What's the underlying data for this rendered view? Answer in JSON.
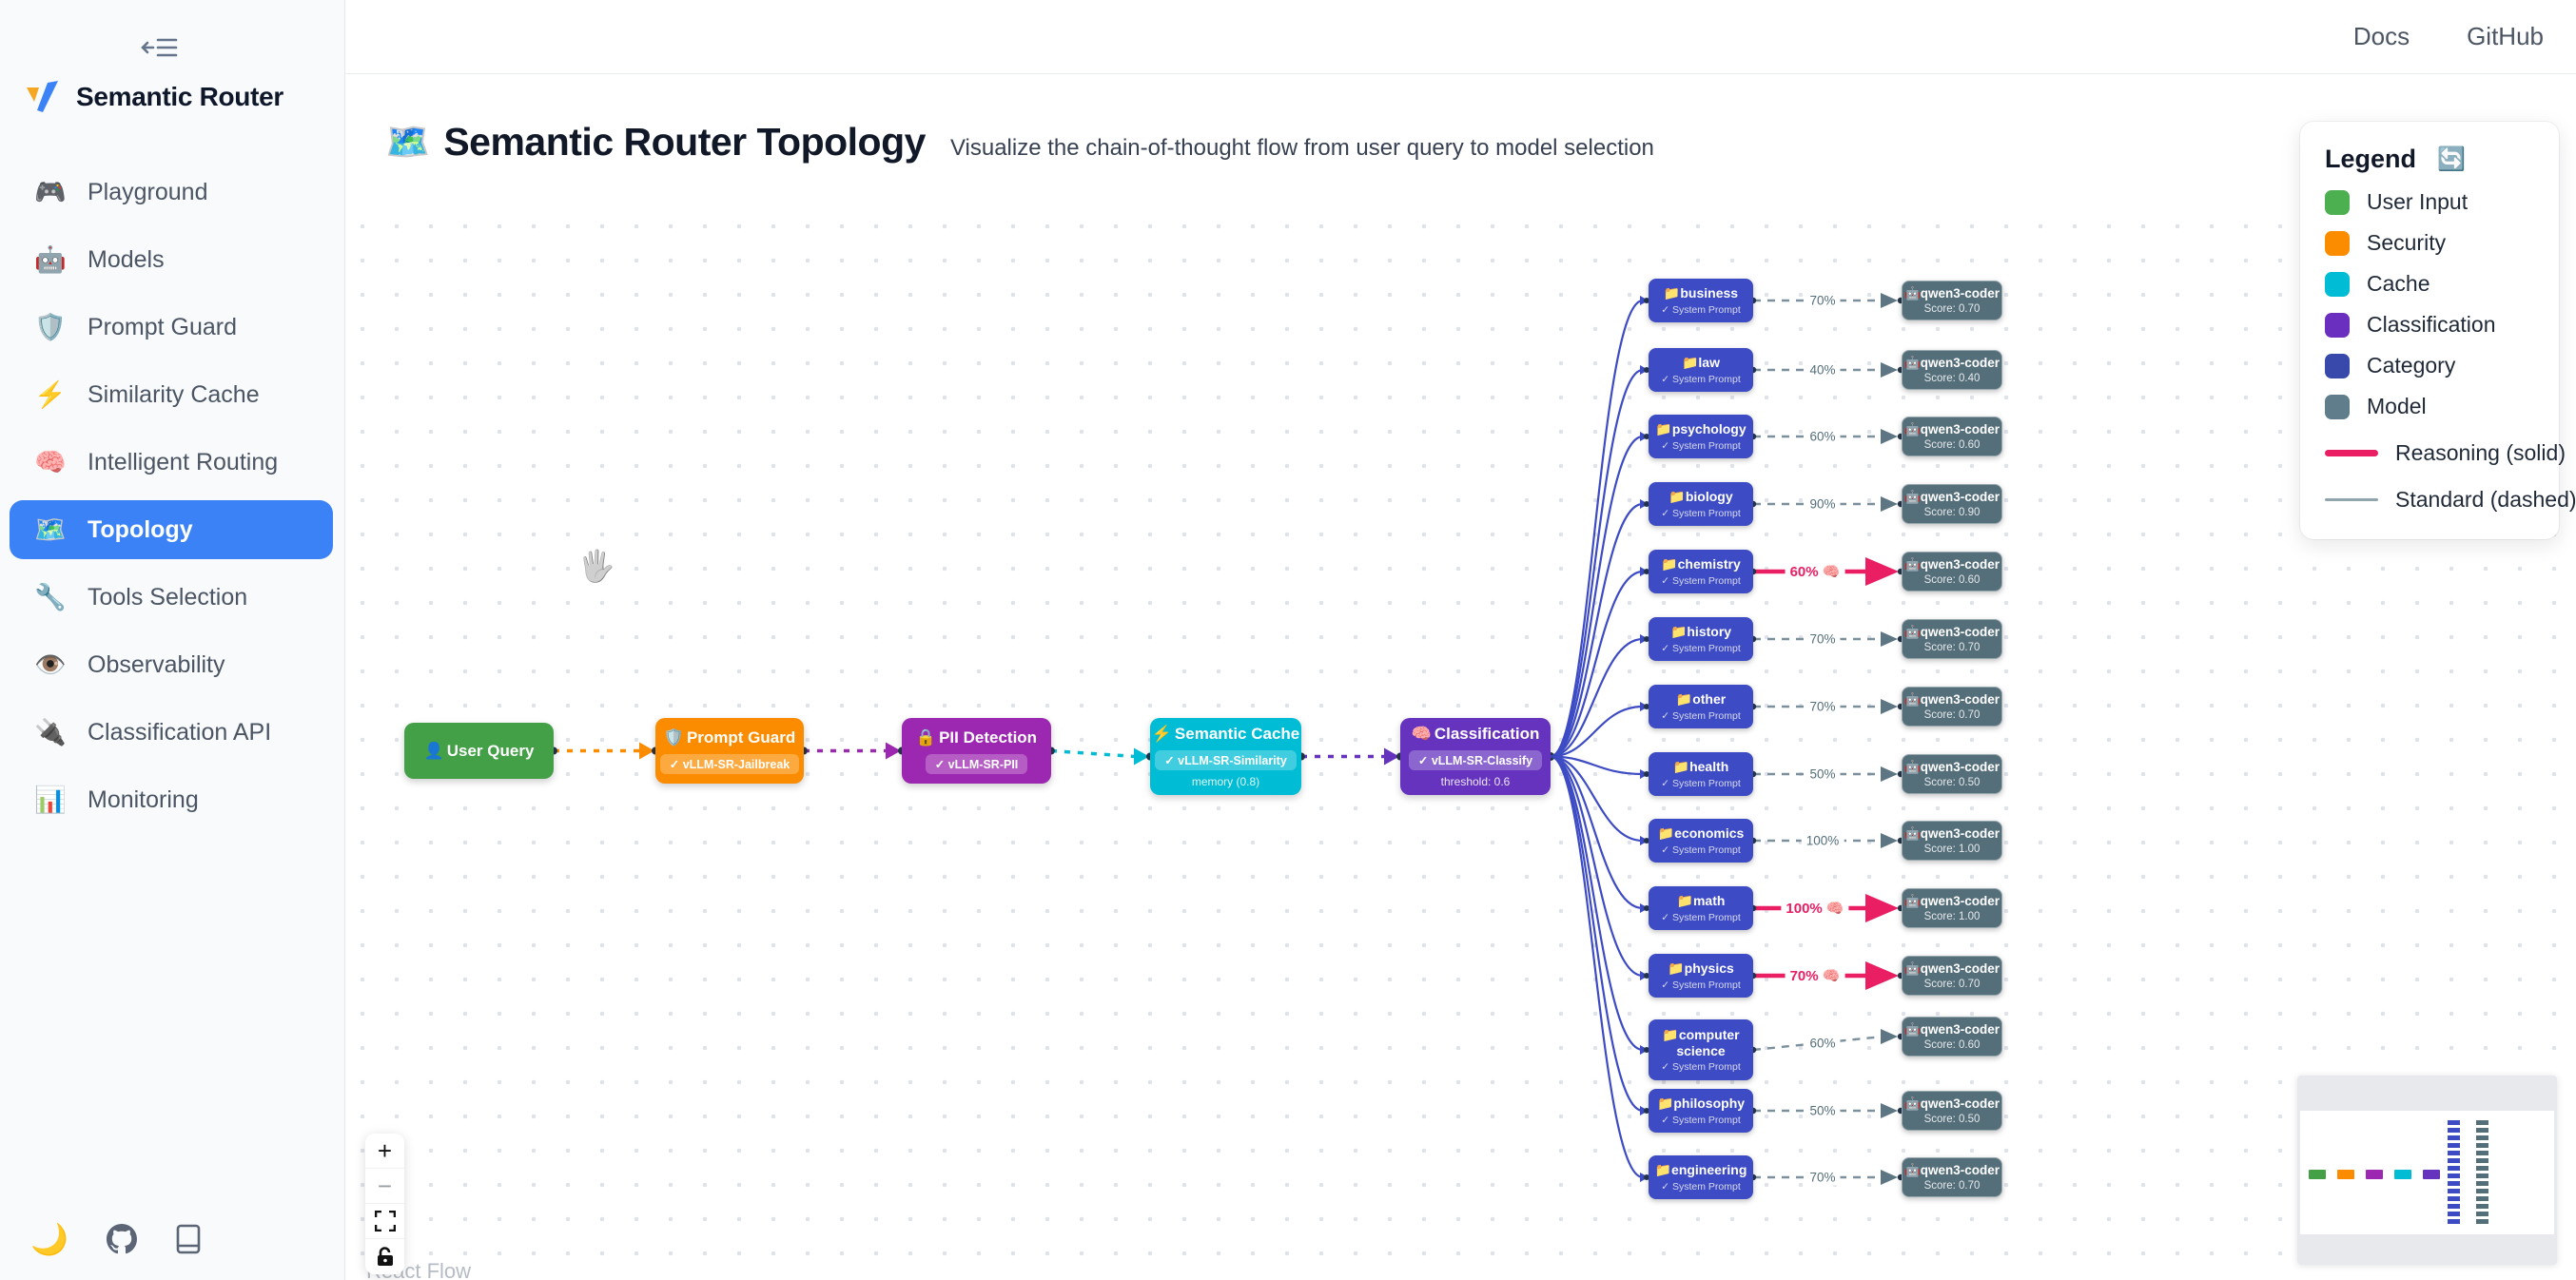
{
  "sidebar": {
    "brand": "Semantic Router",
    "items": [
      {
        "icon": "🎮",
        "label": "Playground",
        "active": false
      },
      {
        "icon": "🤖",
        "label": "Models",
        "active": false
      },
      {
        "icon": "🛡️",
        "label": "Prompt Guard",
        "active": false
      },
      {
        "icon": "⚡",
        "label": "Similarity Cache",
        "active": false
      },
      {
        "icon": "🧠",
        "label": "Intelligent Routing",
        "active": false
      },
      {
        "icon": "🗺️",
        "label": "Topology",
        "active": true
      },
      {
        "icon": "🔧",
        "label": "Tools Selection",
        "active": false
      },
      {
        "icon": "👁️",
        "label": "Observability",
        "active": false
      },
      {
        "icon": "🔌",
        "label": "Classification API",
        "active": false
      },
      {
        "icon": "📊",
        "label": "Monitoring",
        "active": false
      }
    ],
    "footer": {
      "theme_icon": "🌙"
    }
  },
  "topbar": {
    "docs_label": "Docs",
    "github_label": "GitHub"
  },
  "header": {
    "icon": "🗺️",
    "title": "Semantic Router Topology",
    "subtitle": "Visualize the chain-of-thought flow from user query to model selection"
  },
  "legend": {
    "title": "Legend",
    "refresh_icon": "🔄",
    "items": [
      {
        "label": "User Input",
        "color": "#4CAF50"
      },
      {
        "label": "Security",
        "color": "#FB8C00"
      },
      {
        "label": "Cache",
        "color": "#00BCD4"
      },
      {
        "label": "Classification",
        "color": "#6B2FBF"
      },
      {
        "label": "Category",
        "color": "#3949AB"
      },
      {
        "label": "Model",
        "color": "#607D8B"
      }
    ],
    "line_items": [
      {
        "label": "Reasoning (solid)",
        "color": "#E91E63",
        "thin": false
      },
      {
        "label": "Standard (dashed)",
        "color": "#90A4AE",
        "thin": true
      }
    ]
  },
  "flow": {
    "pipeline": [
      {
        "icon": "👤",
        "title": "User Query",
        "badge": "",
        "foot": "",
        "color": "#43A047"
      },
      {
        "icon": "🛡️",
        "title": "Prompt Guard",
        "badge": "✓ vLLM-SR-Jailbreak",
        "foot": "",
        "color": "#FB8C00"
      },
      {
        "icon": "🔒",
        "title": "PII Detection",
        "badge": "✓ vLLM-SR-PII",
        "foot": "",
        "color": "#9C27B0"
      },
      {
        "icon": "⚡",
        "title": "Semantic Cache",
        "badge": "✓ vLLM-SR-Similarity",
        "foot": "memory (0.8)",
        "color": "#00BCD4"
      },
      {
        "icon": "🧠",
        "title": "Classification",
        "badge": "✓ vLLM-SR-Classify",
        "foot": "threshold: 0.6",
        "color": "#6633BF"
      }
    ],
    "category_defaults": {
      "icon": "📁",
      "subtitle": "✓ System Prompt",
      "color": "#3D4BC4"
    },
    "categories": [
      {
        "name": "business",
        "pct": "70%",
        "score": "Score: 0.70",
        "reasoning": false
      },
      {
        "name": "law",
        "pct": "40%",
        "score": "Score: 0.40",
        "reasoning": false
      },
      {
        "name": "psychology",
        "pct": "60%",
        "score": "Score: 0.60",
        "reasoning": false
      },
      {
        "name": "biology",
        "pct": "90%",
        "score": "Score: 0.90",
        "reasoning": false
      },
      {
        "name": "chemistry",
        "pct": "60%",
        "score": "Score: 0.60",
        "reasoning": true
      },
      {
        "name": "history",
        "pct": "70%",
        "score": "Score: 0.70",
        "reasoning": false
      },
      {
        "name": "other",
        "pct": "70%",
        "score": "Score: 0.70",
        "reasoning": false
      },
      {
        "name": "health",
        "pct": "50%",
        "score": "Score: 0.50",
        "reasoning": false
      },
      {
        "name": "economics",
        "pct": "100%",
        "score": "Score: 1.00",
        "reasoning": false
      },
      {
        "name": "math",
        "pct": "100%",
        "score": "Score: 1.00",
        "reasoning": true
      },
      {
        "name": "physics",
        "pct": "70%",
        "score": "Score: 0.70",
        "reasoning": true
      },
      {
        "name": "computer science",
        "pct": "60%",
        "score": "Score: 0.60",
        "reasoning": false
      },
      {
        "name": "philosophy",
        "pct": "50%",
        "score": "Score: 0.50",
        "reasoning": false
      },
      {
        "name": "engineering",
        "pct": "70%",
        "score": "Score: 0.70",
        "reasoning": false
      }
    ],
    "model": {
      "icon": "🤖",
      "name": "qwen3-coder",
      "color": "#546E7A"
    },
    "edge_styles": {
      "reasoning_color": "#E91E63",
      "standard_color": "#7B909C",
      "standard_arrow": "#5E7683",
      "fan_color": "#3D4BC4",
      "handle_color": "#27364B",
      "reasoning_icon": "🧠"
    }
  },
  "controls": {
    "zoom_in": "+",
    "zoom_out": "−"
  },
  "attribution": "React Flow",
  "cursor_icon": "🖐"
}
